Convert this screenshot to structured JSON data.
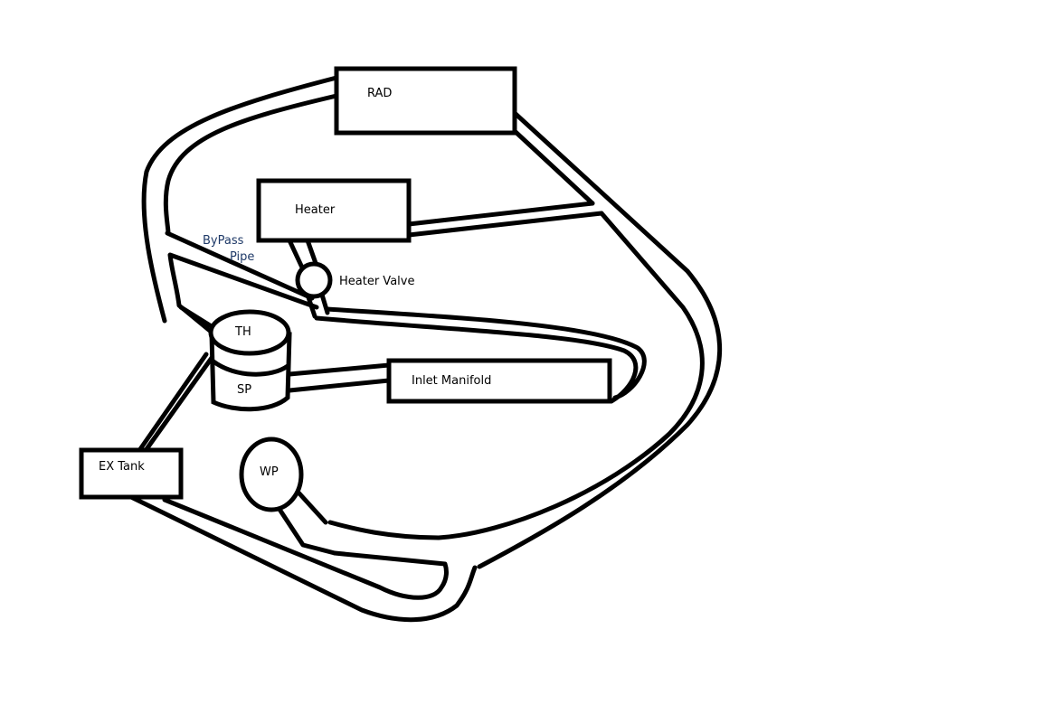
{
  "labels": {
    "rad": "RAD",
    "heater": "Heater",
    "bypass_line1": "ByPass",
    "bypass_line2": "Pipe",
    "heater_valve": "Heater Valve",
    "th": "TH",
    "sp": "SP",
    "inlet_manifold": "Inlet Manifold",
    "ex_tank": "EX Tank",
    "wp": "WP"
  },
  "colors": {
    "line": "#000000",
    "bypass_text": "#1f3a68"
  }
}
